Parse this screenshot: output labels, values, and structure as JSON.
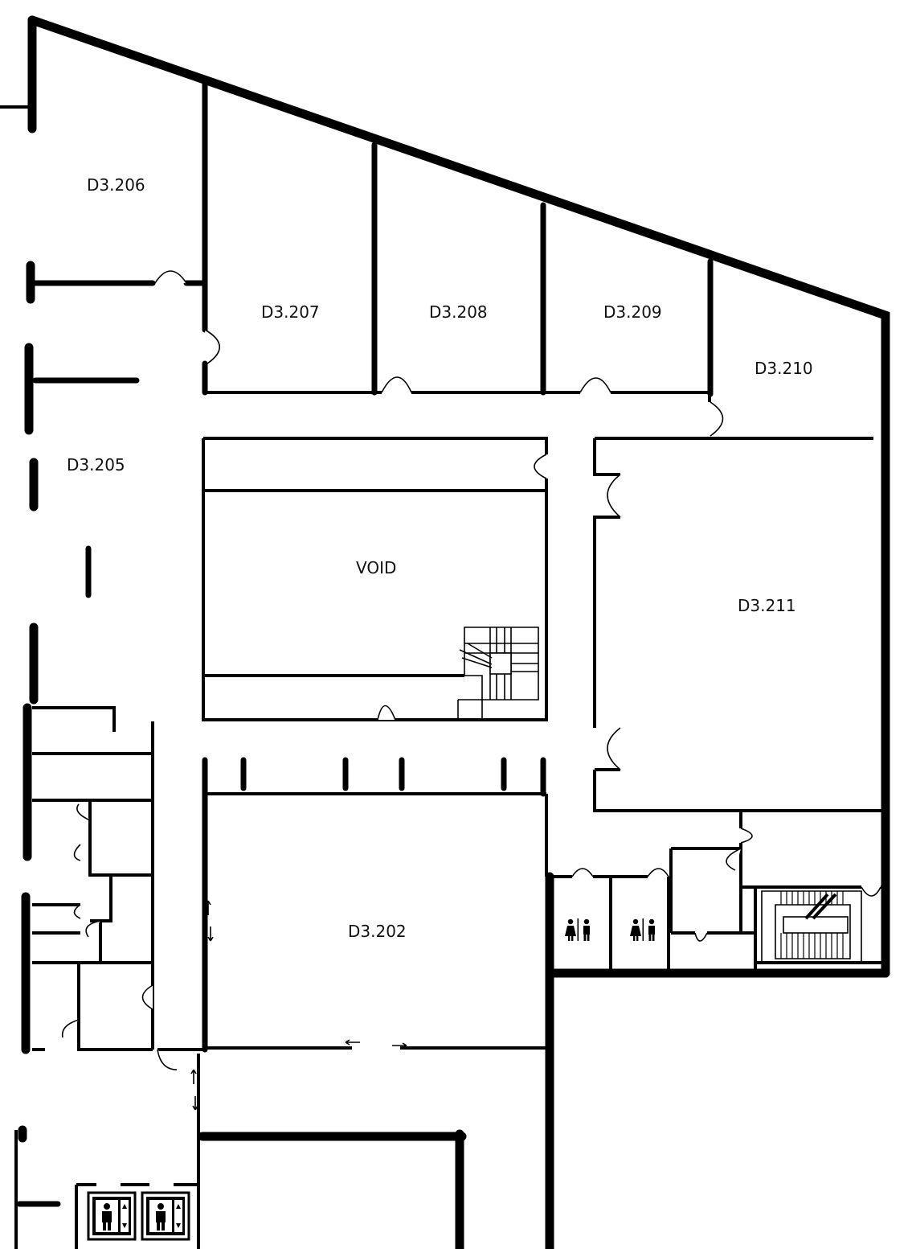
{
  "rooms": {
    "d3_206": "D3.206",
    "d3_207": "D3.207",
    "d3_208": "D3.208",
    "d3_209": "D3.209",
    "d3_210": "D3.210",
    "d3_205": "D3.205",
    "void": "VOID",
    "d3_211": "D3.211",
    "d3_202": "D3.202"
  },
  "icons": {
    "restroom": "restroom-icon",
    "elevator": "elevator-icon",
    "stairs": "stairs-icon"
  },
  "colors": {
    "wall": "#000000",
    "background": "#ffffff"
  }
}
